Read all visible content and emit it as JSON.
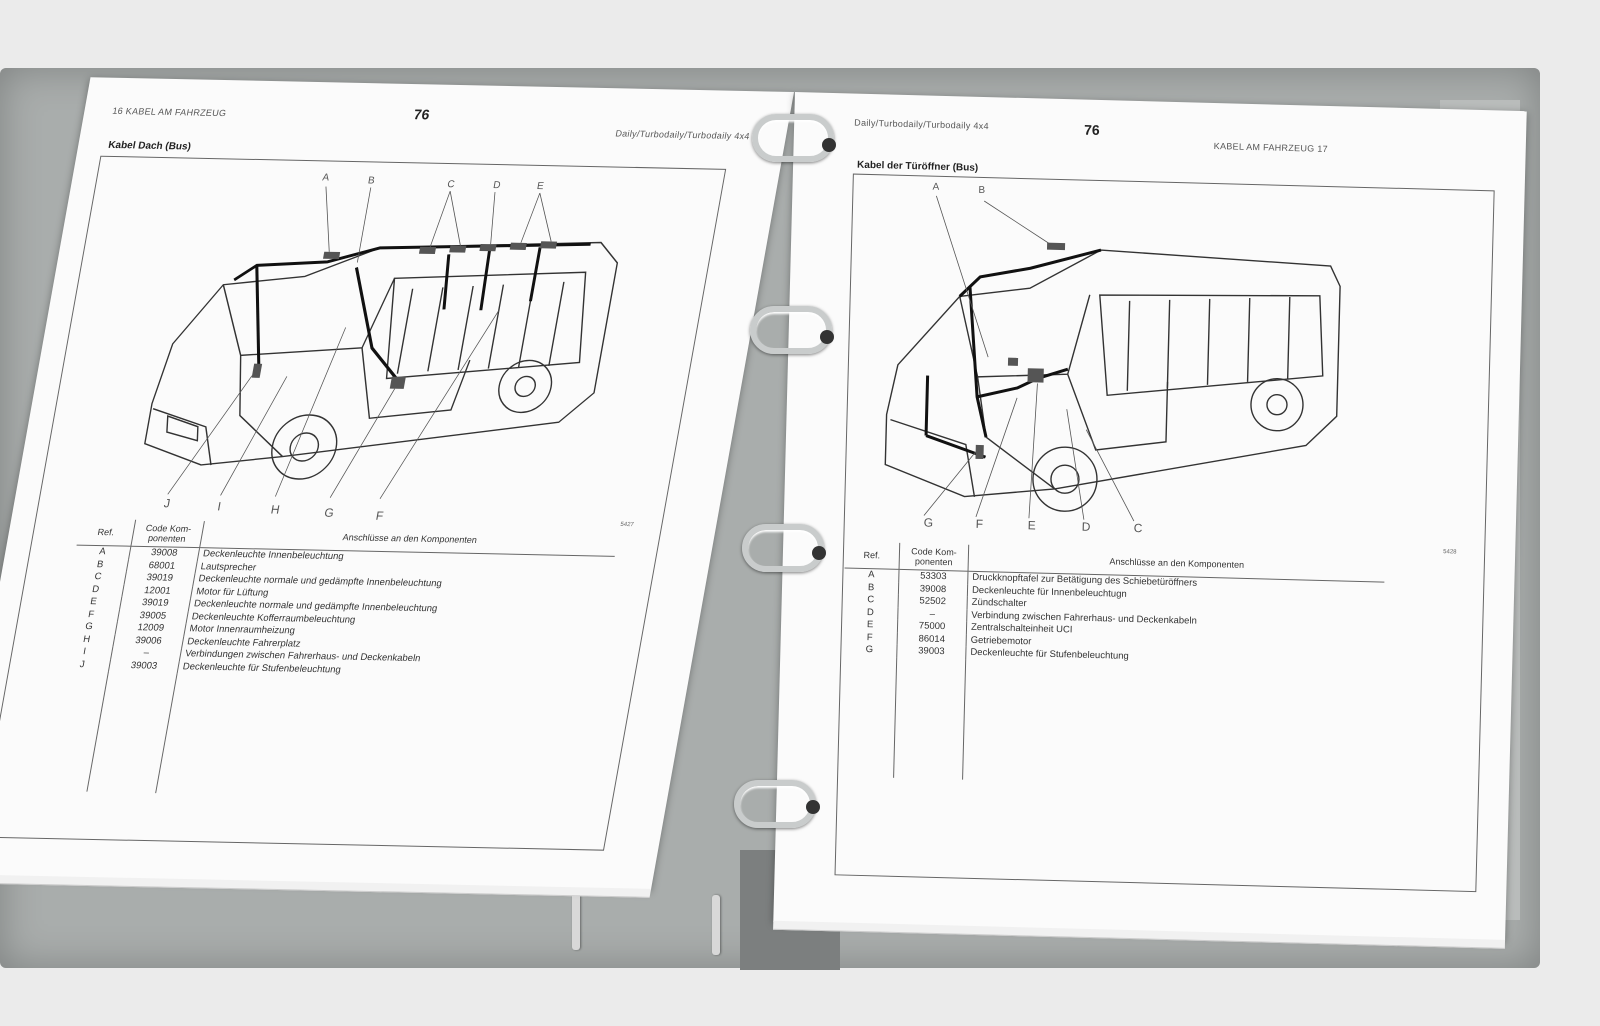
{
  "left_page": {
    "header_left": "16   KABEL AM FAHRZEUG",
    "header_number": "76",
    "header_right": "Daily/Turbodaily/Turbodaily 4x4",
    "section_title": "Kabel Dach (Bus)",
    "figure_number": "5427",
    "callouts_top": [
      "A",
      "B",
      "C",
      "D",
      "E"
    ],
    "callouts_bottom": [
      "J",
      "I",
      "H",
      "G",
      "F"
    ],
    "table": {
      "headers": [
        "Ref.",
        "Code Kom-\nponenten",
        "Anschlüsse an den Komponenten"
      ],
      "rows": [
        {
          "ref": "A",
          "code": "39008",
          "desc": "Deckenleuchte Innenbeleuchtung"
        },
        {
          "ref": "B",
          "code": "68001",
          "desc": "Lautsprecher"
        },
        {
          "ref": "C",
          "code": "39019",
          "desc": "Deckenleuchte normale und gedämpfte Innenbeleuchtung"
        },
        {
          "ref": "D",
          "code": "12001",
          "desc": "Motor für Lüftung"
        },
        {
          "ref": "E",
          "code": "39019",
          "desc": "Deckenleuchte normale und gedämpfte Innenbeleuchtung"
        },
        {
          "ref": "F",
          "code": "39005",
          "desc": "Deckenleuchte Kofferraumbeleuchtung"
        },
        {
          "ref": "G",
          "code": "12009",
          "desc": "Motor Innenraumheizung"
        },
        {
          "ref": "H",
          "code": "39006",
          "desc": "Deckenleuchte Fahrerplatz"
        },
        {
          "ref": "I",
          "code": "–",
          "desc": "Verbindungen zwischen Fahrerhaus- und Deckenkabeln"
        },
        {
          "ref": "J",
          "code": "39003",
          "desc": "Deckenleuchte für Stufenbeleuchtung"
        }
      ]
    }
  },
  "right_page": {
    "header_left": "Daily/Turbodaily/Turbodaily 4x4",
    "header_number": "76",
    "header_right": "KABEL AM FAHRZEUG   17",
    "section_title": "Kabel der Türöffner (Bus)",
    "figure_number": "5428",
    "callouts_top": [
      "A",
      "B"
    ],
    "callouts_bottom": [
      "G",
      "F",
      "E",
      "D",
      "C"
    ],
    "table": {
      "headers": [
        "Ref.",
        "Code Kom-\nponenten",
        "Anschlüsse an den Komponenten"
      ],
      "rows": [
        {
          "ref": "A",
          "code": "53303",
          "desc": "Druckknopftafel zur Betätigung des Schiebetüröffners"
        },
        {
          "ref": "B",
          "code": "39008",
          "desc": "Deckenleuchte für Innenbeleuchtugn"
        },
        {
          "ref": "C",
          "code": "52502",
          "desc": "Zündschalter"
        },
        {
          "ref": "D",
          "code": "–",
          "desc": "Verbindung zwischen Fahrerhaus- und Deckenkabeln"
        },
        {
          "ref": "E",
          "code": "75000",
          "desc": "Zentralschalteinheit UCI"
        },
        {
          "ref": "F",
          "code": "86014",
          "desc": "Getriebemotor"
        },
        {
          "ref": "G",
          "code": "39003",
          "desc": "Deckenleuchte für Stufenbeleuchtung"
        }
      ]
    }
  }
}
